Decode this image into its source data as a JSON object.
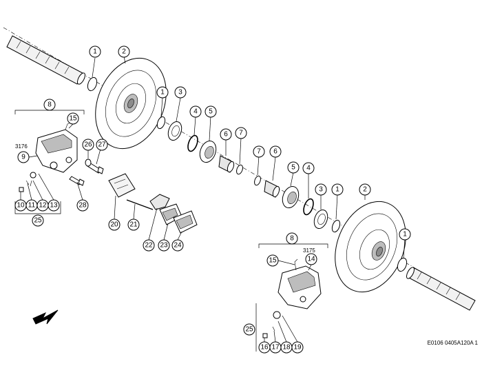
{
  "drawing_reference": "E0106 0405A120A 1",
  "group_codes": {
    "left_caliper": "3176",
    "right_caliper": "3175"
  },
  "callouts": [
    {
      "label": "1"
    },
    {
      "label": "2"
    },
    {
      "label": "1"
    },
    {
      "label": "3"
    },
    {
      "label": "4"
    },
    {
      "label": "5"
    },
    {
      "label": "6"
    },
    {
      "label": "7"
    },
    {
      "label": "7"
    },
    {
      "label": "6"
    },
    {
      "label": "5"
    },
    {
      "label": "4"
    },
    {
      "label": "3"
    },
    {
      "label": "1"
    },
    {
      "label": "2"
    },
    {
      "label": "1"
    },
    {
      "label": "8"
    },
    {
      "label": "15"
    },
    {
      "label": "9"
    },
    {
      "label": "26"
    },
    {
      "label": "27"
    },
    {
      "label": "10"
    },
    {
      "label": "11"
    },
    {
      "label": "12"
    },
    {
      "label": "13"
    },
    {
      "label": "28"
    },
    {
      "label": "25"
    },
    {
      "label": "20"
    },
    {
      "label": "21"
    },
    {
      "label": "22"
    },
    {
      "label": "23"
    },
    {
      "label": "24"
    },
    {
      "label": "8"
    },
    {
      "label": "15"
    },
    {
      "label": "14"
    },
    {
      "label": "25"
    },
    {
      "label": "16"
    },
    {
      "label": "17"
    },
    {
      "label": "18"
    },
    {
      "label": "19"
    }
  ]
}
